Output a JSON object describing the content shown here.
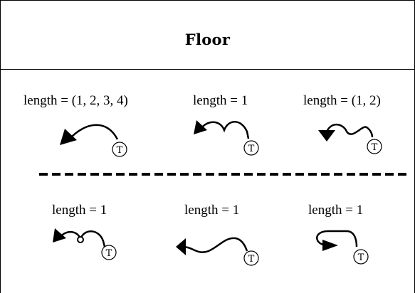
{
  "panel": {
    "title": "Floor",
    "top_row": [
      {
        "label": "length = (1, 2, 3, 4)",
        "icon": "large-arc-arrow-icon",
        "tag": "T"
      },
      {
        "label": "length = 1",
        "icon": "double-loop-arrow-icon",
        "tag": "T"
      },
      {
        "label": "length = (1, 2)",
        "icon": "wave-down-arrow-icon",
        "tag": "T"
      }
    ],
    "bottom_row": [
      {
        "label": "length = 1",
        "icon": "loop-circle-arrow-icon",
        "tag": "T"
      },
      {
        "label": "length = 1",
        "icon": "long-wave-arrow-icon",
        "tag": "T"
      },
      {
        "label": "length = 1",
        "icon": "hook-right-arrow-icon",
        "tag": "T"
      }
    ]
  }
}
